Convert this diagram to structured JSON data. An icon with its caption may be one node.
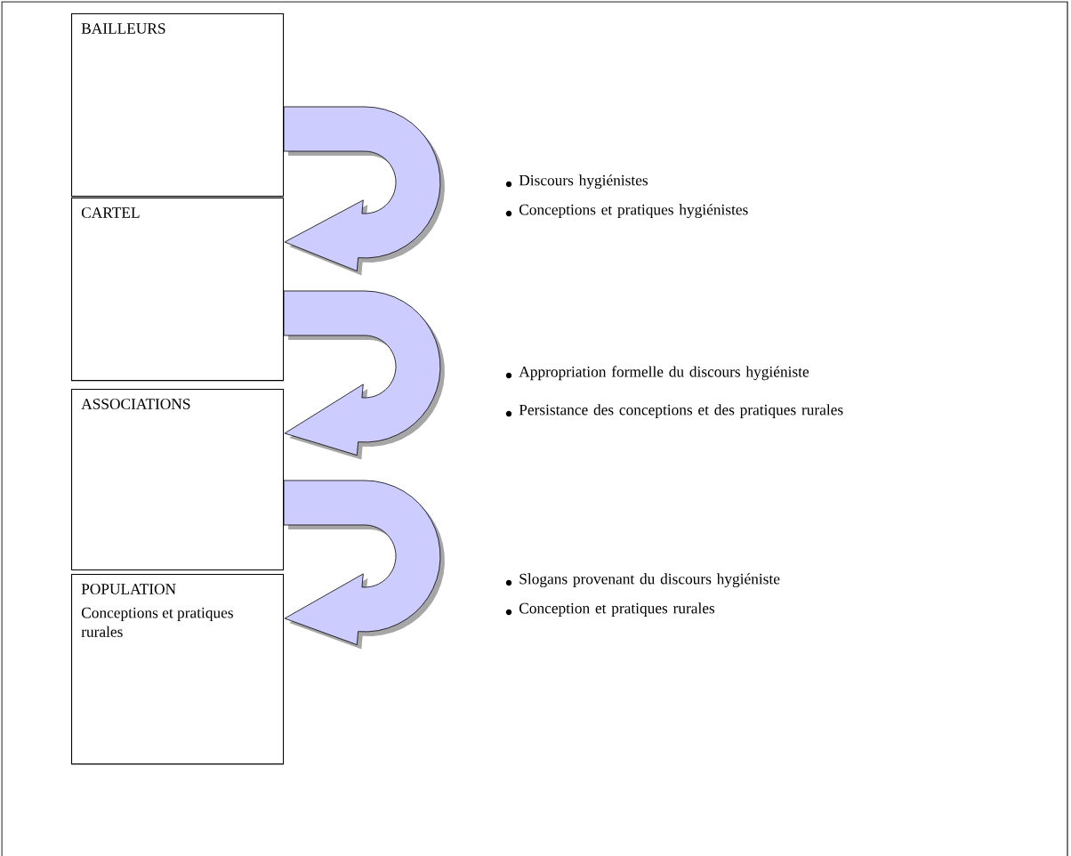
{
  "diagram": {
    "nodes": [
      {
        "text": [
          "BAILLEURS"
        ]
      },
      {
        "text": [
          "CARTEL"
        ]
      },
      {
        "text": [
          "ASSOCIATIONS"
        ]
      },
      {
        "text": [
          "POPULATION",
          "Conceptions et pratiques rurales"
        ]
      }
    ],
    "edges": [
      {
        "from": 0,
        "to": 1,
        "arrow": "to"
      },
      {
        "from": 1,
        "to": 2,
        "arrow": "to"
      },
      {
        "from": 2,
        "to": 3,
        "arrow": "to"
      }
    ],
    "labels": [
      "Discours hygiénistes",
      "Conceptions et pratiques hygiénistes",
      "Appropriation formelle du discours hygiéniste",
      "Persistance des conceptions et des pratiques rurales",
      "Slogans provenant du discours hygiéniste",
      "Conception et pratiques rurales"
    ]
  }
}
